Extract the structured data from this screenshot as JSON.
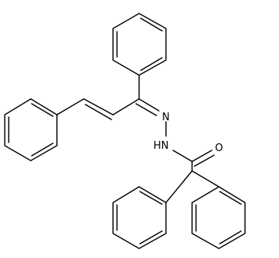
{
  "molecule": {
    "atom_labels": {
      "hydrazone_n": "N",
      "amide_nh": "HN",
      "carbonyl_o": "O"
    },
    "rings": [
      {
        "name": "ring-top-phenyl"
      },
      {
        "name": "ring-left-phenyl"
      },
      {
        "name": "ring-bottom-left-phenyl"
      },
      {
        "name": "ring-bottom-right-phenyl"
      }
    ],
    "colors": {
      "bond": "#000000",
      "background": "#ffffff"
    }
  }
}
